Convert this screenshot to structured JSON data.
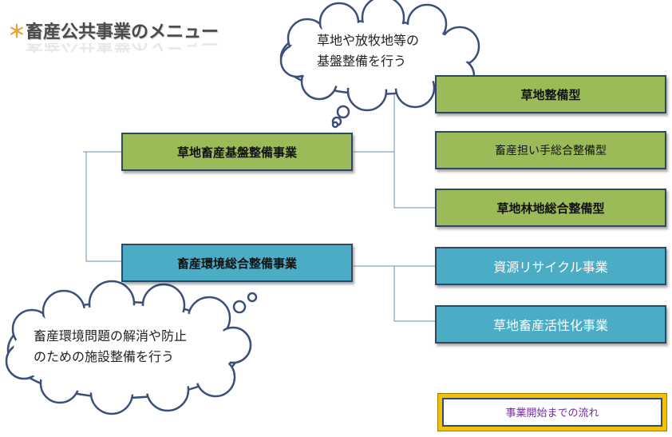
{
  "title": "畜産公共事業のメニュー",
  "title_mark": "＊",
  "main_projects": [
    {
      "label": "草地畜産基盤整備事業",
      "color": "#9bbb59"
    },
    {
      "label": "畜産環境総合整備事業",
      "color": "#4bacc6"
    }
  ],
  "sub_types": [
    "草地整備型",
    "畜産担い手総合整備型",
    "草地林地総合整備型",
    "資源リサイクル事業",
    "草地畜産活性化事業"
  ],
  "callouts": {
    "top": [
      "草地や放牧地等の",
      "基盤整備を行う"
    ],
    "bottom": [
      "畜産環境問題の解消や防止",
      "のための施設整備を行う"
    ]
  },
  "flow_button": "事業開始までの流れ",
  "colors": {
    "green": "#9bbb59",
    "blue": "#4bacc6",
    "border": "#2e4763",
    "connector": "#6d8fb3",
    "accent": "#f2c200"
  }
}
